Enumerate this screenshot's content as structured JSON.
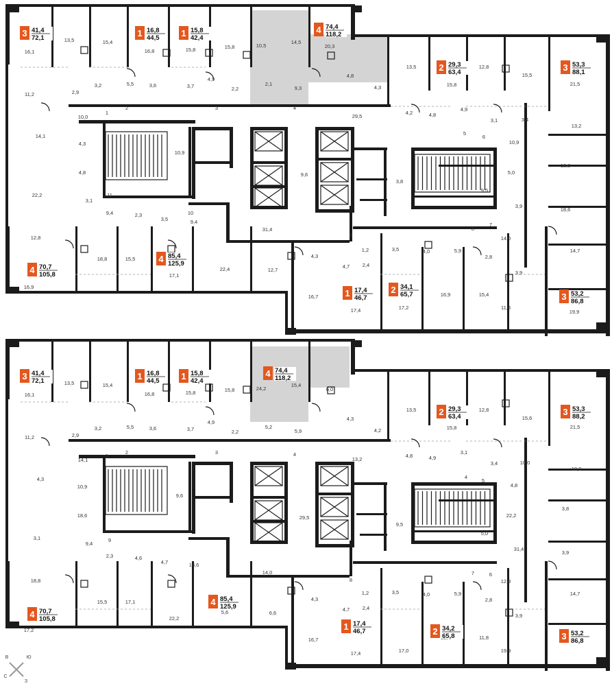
{
  "accent_color": "#e4571e",
  "plans": [
    {
      "apartments": [
        {
          "rooms": "3",
          "a": "41,4",
          "b": "72,1"
        },
        {
          "rooms": "1",
          "a": "16,8",
          "b": "44,5"
        },
        {
          "rooms": "1",
          "a": "15,8",
          "b": "42,4"
        },
        {
          "rooms": "4",
          "a": "74,4",
          "b": "118,2"
        },
        {
          "rooms": "2",
          "a": "29,3",
          "b": "63,4"
        },
        {
          "rooms": "3",
          "a": "53,3",
          "b": "88,1"
        },
        {
          "rooms": "4",
          "a": "70,7",
          "b": "105,8"
        },
        {
          "rooms": "4",
          "a": "85,4",
          "b": "125,9"
        },
        {
          "rooms": "1",
          "a": "17,4",
          "b": "46,7"
        },
        {
          "rooms": "2",
          "a": "34,1",
          "b": "65,7"
        },
        {
          "rooms": "3",
          "a": "53,2",
          "b": "86,8"
        }
      ],
      "areas": [
        "16,1",
        "13,5",
        "15,4",
        "16,8",
        "15,8",
        "15,8",
        "10,5",
        "14,5",
        "20,3",
        "13,5",
        "15,8",
        "12,8",
        "15,5",
        "21,5",
        "11,2",
        "2,9",
        "3,2",
        "5,5",
        "3,6",
        "3,7",
        "4,9",
        "2,2",
        "2,1",
        "9,3",
        "4,8",
        "4,3",
        "4,2",
        "4,8",
        "4,9",
        "3,1",
        "3,4",
        "10,0",
        "14,1",
        "4,3",
        "10,9",
        "9,6",
        "29,5",
        "13,2",
        "10,9",
        "4,8",
        "18,6",
        "3,8",
        "9,5",
        "5,0",
        "22,2",
        "3,1",
        "9,4",
        "2,3",
        "3,5",
        "9,4",
        "18,6",
        "3,9",
        "31,4",
        "14,0",
        "12,8",
        "18,8",
        "15,5",
        "17,1",
        "22,4",
        "12,7",
        "4,3",
        "1,2",
        "4,7",
        "2,4",
        "3,5",
        "4,0",
        "5,9",
        "2,8",
        "14,7",
        "3,9",
        "16,9",
        "16,7",
        "17,4",
        "17,2",
        "16,9",
        "15,4",
        "11,8",
        "19,9"
      ],
      "numbers": [
        "1",
        "2",
        "3",
        "4",
        "5",
        "6",
        "7",
        "8",
        "9",
        "10",
        "11"
      ]
    },
    {
      "apartments": [
        {
          "rooms": "3",
          "a": "41,4",
          "b": "72,1"
        },
        {
          "rooms": "1",
          "a": "16,8",
          "b": "44,5"
        },
        {
          "rooms": "1",
          "a": "15,8",
          "b": "42,4"
        },
        {
          "rooms": "4",
          "a": "74,4",
          "b": "118,2"
        },
        {
          "rooms": "2",
          "a": "29,3",
          "b": "63,4"
        },
        {
          "rooms": "3",
          "a": "53,3",
          "b": "88,2"
        },
        {
          "rooms": "4",
          "a": "70,7",
          "b": "105,8"
        },
        {
          "rooms": "4",
          "a": "85,4",
          "b": "125,9"
        },
        {
          "rooms": "1",
          "a": "17,4",
          "b": "46,7"
        },
        {
          "rooms": "2",
          "a": "34,2",
          "b": "65,8"
        },
        {
          "rooms": "3",
          "a": "53,2",
          "b": "86,8"
        }
      ],
      "areas": [
        "16,1",
        "13,5",
        "15,4",
        "16,8",
        "15,8",
        "15,8",
        "24,2",
        "15,4",
        "6,0",
        "13,5",
        "15,8",
        "12,8",
        "15,6",
        "21,5",
        "11,2",
        "2,9",
        "3,2",
        "5,5",
        "3,6",
        "3,7",
        "4,9",
        "2,2",
        "5,2",
        "5,9",
        "4,3",
        "4,2",
        "4,8",
        "4,9",
        "3,1",
        "3,4",
        "10,0",
        "14,1",
        "4,3",
        "10,9",
        "9,6",
        "29,5",
        "13,2",
        "10,9",
        "4,8",
        "18,6",
        "3,8",
        "9,5",
        "5,0",
        "22,2",
        "3,1",
        "9,4",
        "2,3",
        "4,6",
        "4,7",
        "18,6",
        "3,9",
        "31,4",
        "14,0",
        "12,8",
        "18,8",
        "15,5",
        "17,1",
        "22,2",
        "5,6",
        "6,6",
        "4,3",
        "1,2",
        "4,7",
        "2,4",
        "3,5",
        "4,0",
        "5,9",
        "2,8",
        "14,7",
        "3,9",
        "17,2",
        "16,7",
        "17,4",
        "17,0",
        "15,4",
        "11,8",
        "19,9"
      ],
      "numbers": [
        "1",
        "2",
        "3",
        "4",
        "4",
        "5",
        "6",
        "7",
        "8",
        "9"
      ]
    }
  ],
  "compass": {
    "n": "В",
    "e": "Ю",
    "s": "З",
    "w": "С"
  }
}
